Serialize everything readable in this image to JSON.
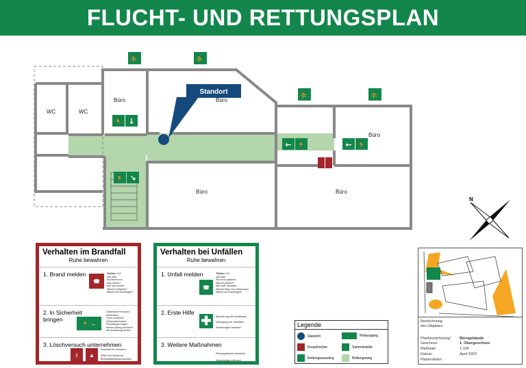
{
  "title": "FLUCHT- UND RETTUNGSPLAN",
  "plan": {
    "rooms": {
      "wc1": "WC",
      "wc2": "WC",
      "buero_tl": "Büro",
      "buero_tm": "Büro",
      "buero_r": "Büro",
      "buero_bm": "Büro",
      "buero_br": "Büro"
    },
    "standort": "Standort",
    "compass": "N"
  },
  "fire": {
    "title": "Verhalten im Brandfall",
    "sub": "Ruhe bewahren",
    "s1": {
      "label": "1. Brand melden",
      "phone_label": "Telefon:",
      "phone": "112",
      "und": "und oder:",
      "lines": [
        "Wo brennt es?",
        "Was brennt?",
        "Wie viel brennt?",
        "Welche Gefahren?",
        "Warten auf Rückfragen!"
      ]
    },
    "s2": {
      "label": "2. In Sicherheit bringen",
      "lines": [
        "Gefährdete Personen mitnehmen",
        "Türen schließen",
        "Gekennzeichneten",
        "Fluchtwegen folgen",
        "Keinen Aufzug benutzen",
        "Auf Anweisung achten"
      ]
    },
    "s3": {
      "label": "3. Löschversuch unternehmen",
      "lines": [
        "Feuerlöscher benutzen",
        "Mittel und Geräte zur Brandbekämpfung benutzen"
      ]
    }
  },
  "accident": {
    "title": "Verhalten bei Unfällen",
    "sub": "Ruhe bewahren",
    "s1": {
      "label": "1. Unfall melden",
      "phone_label": "Telefon:",
      "phone": "112",
      "und": "und oder:",
      "lines": [
        "Wo ist es passiert?",
        "Was ist passiert?",
        "Wie viele Verletzte?",
        "Welche Arten von Verletzung?",
        "Warten auf Rückfragen!"
      ]
    },
    "s2": {
      "label": "2. Erste Hilfe",
      "lines": [
        "Absicherung des Unfallortes",
        "Versorgung der Verletzten",
        "Anweisungen beachten"
      ]
    },
    "s3": {
      "label": "3. Weitere Maßnahmen",
      "lines": [
        "Rettungsdienste einweisen",
        "Schaulustige entfernen"
      ]
    }
  },
  "legend": {
    "title": "Legende",
    "items": [
      "Standort",
      "Notausgang",
      "Feuerlöscher",
      "Sammelstelle",
      "Rettungsausstieg",
      "Rettungsweg"
    ]
  },
  "info": {
    "bez": "Bezeichnung",
    "obj": "des Objektes:",
    "plan_label": "Planbezeichnung/",
    "geschoss_label": "Geschoss",
    "plan_value": "Bürogebäude",
    "geschoss_value": "1. Obergeschoss",
    "massstab_label": "Maßstab:",
    "massstab": "1:100",
    "datum_label": "Datum:",
    "datum": "April 2023",
    "ersteller_label": "Planersteller:"
  },
  "colors": {
    "green": "#13874b",
    "red": "#a3262a",
    "navy": "#174a7c",
    "route": "#b3d6ad",
    "site": "#f5a623"
  }
}
